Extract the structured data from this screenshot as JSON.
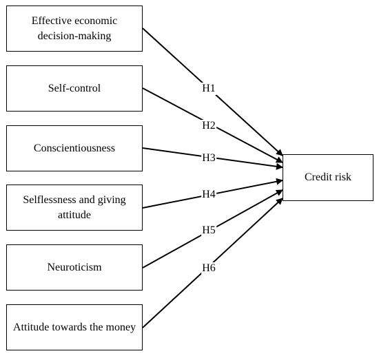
{
  "constructs": [
    {
      "id": "b1",
      "label": "Effective economic decision-making"
    },
    {
      "id": "b2",
      "label": "Self-control"
    },
    {
      "id": "b3",
      "label": "Conscientiousness"
    },
    {
      "id": "b4",
      "label": "Selflessness and giving attitude"
    },
    {
      "id": "b5",
      "label": "Neuroticism"
    },
    {
      "id": "b6",
      "label": "Attitude towards the money"
    }
  ],
  "outcome": {
    "label": "Credit risk"
  },
  "hypotheses": [
    "H1",
    "H2",
    "H3",
    "H4",
    "H5",
    "H6"
  ]
}
